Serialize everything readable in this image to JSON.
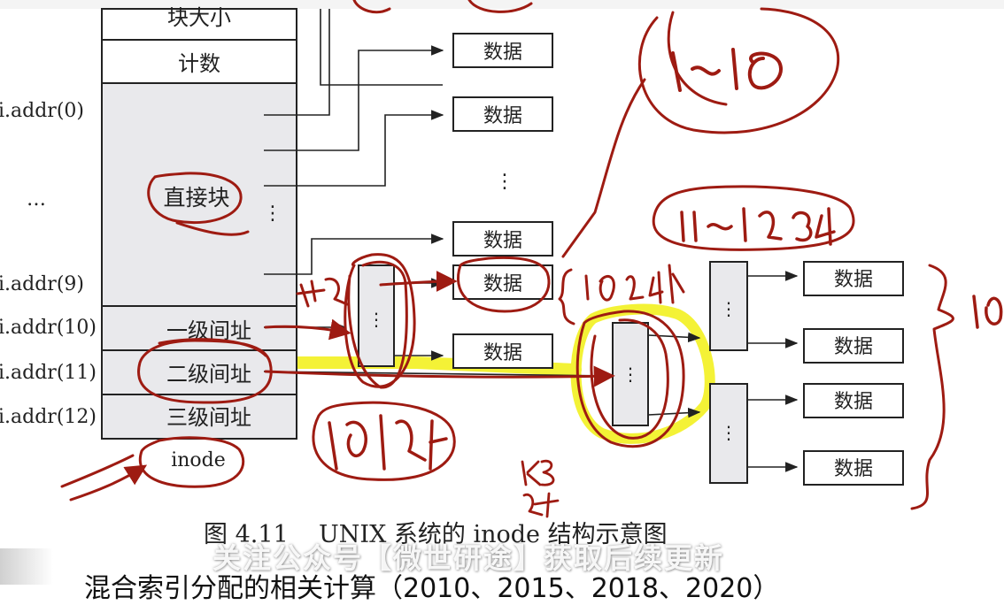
{
  "inode_fields": {
    "block_size": "块大小",
    "count": "计数",
    "direct_blocks": "直接块",
    "single_indirect": "一级间址",
    "double_indirect": "二级间址",
    "triple_indirect": "三级间址",
    "inode_label": "inode"
  },
  "addr_labels": [
    "i.addr(0)",
    "…",
    "i.addr(9)",
    "i.addr(10)",
    "i.addr(11)",
    "i.addr(12)"
  ],
  "data_block_label": "数据",
  "ellipsis": "⋮",
  "caption": "图 4.11    UNIX 系统的 inode 结构示意图",
  "watermark": "关注公众号【微世研途】获取后续更新",
  "bottom_text": "混合索引分配的相关计算（2010、2015、2018、2020）",
  "colors": {
    "annotation_red": "#9e1b12",
    "highlight_yellow": "#f2f013",
    "box_fill": "#e9e9ec",
    "line": "#222222"
  }
}
